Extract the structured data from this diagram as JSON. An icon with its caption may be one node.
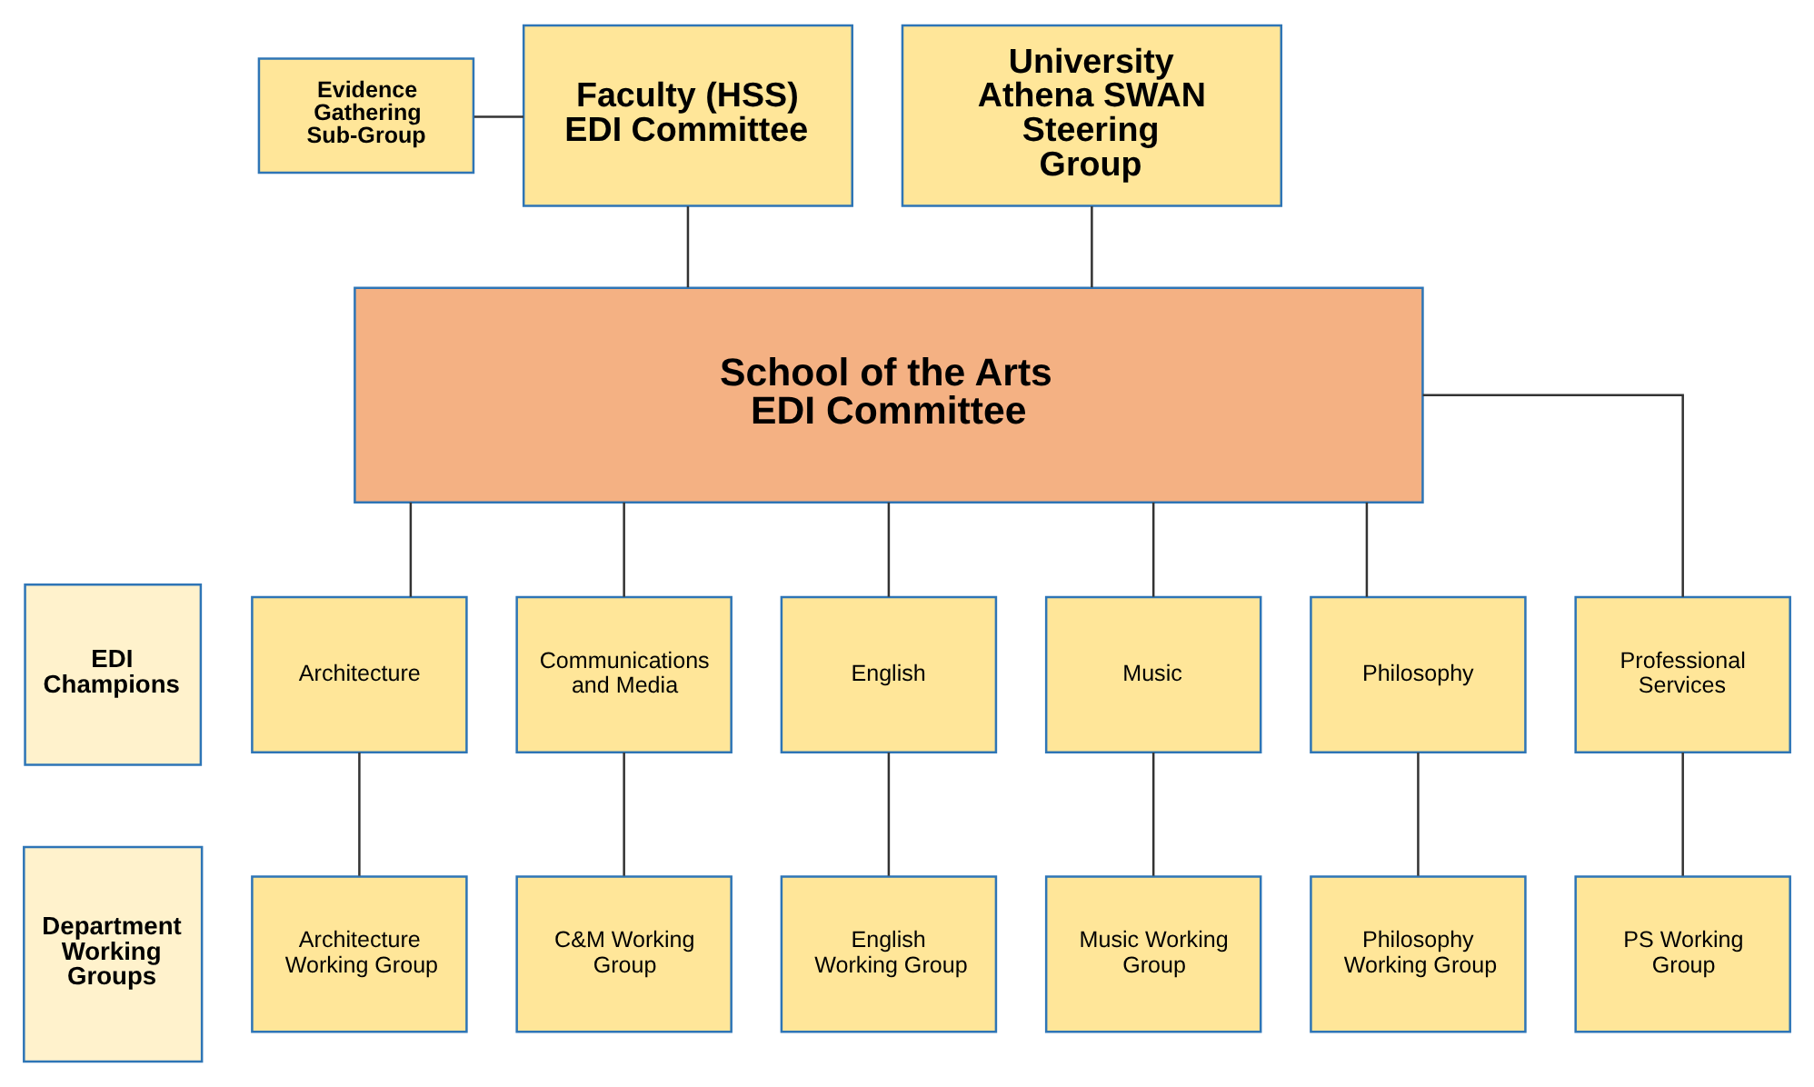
{
  "diagram": {
    "nodes": [
      {
        "text": [
          "Evidence Gathering Sub-Group"
        ]
      },
      {
        "text": [
          "Faculty (HSS) EDI Committee"
        ]
      },
      {
        "text": [
          "University Athena SWAN Steering Group"
        ]
      },
      {
        "text": [
          "School of the Arts EDI Committee"
        ]
      },
      {
        "text": [
          "EDI Champions"
        ]
      },
      {
        "text": [
          "Architecture"
        ]
      },
      {
        "text": [
          "Communications and Media"
        ]
      },
      {
        "text": [
          "English"
        ]
      },
      {
        "text": [
          "Music"
        ]
      },
      {
        "text": [
          "Philosophy"
        ]
      },
      {
        "text": [
          "Professional Services"
        ]
      },
      {
        "text": [
          "Department Working Groups"
        ]
      },
      {
        "text": [
          "Architecture Working Group"
        ]
      },
      {
        "text": [
          "C&M Working Group"
        ]
      },
      {
        "text": [
          "English Working Group"
        ]
      },
      {
        "text": [
          "Music Working Group"
        ]
      },
      {
        "text": [
          "Philosophy Working Group"
        ]
      },
      {
        "text": [
          "PS Working Group"
        ]
      }
    ],
    "edges": [
      {
        "from": 0,
        "to": 1,
        "arrow": "none"
      },
      {
        "from": 1,
        "to": 3,
        "arrow": "none"
      },
      {
        "from": 2,
        "to": 3,
        "arrow": "none"
      },
      {
        "from": 3,
        "to": 5,
        "arrow": "none"
      },
      {
        "from": 3,
        "to": 6,
        "arrow": "none"
      },
      {
        "from": 3,
        "to": 7,
        "arrow": "none"
      },
      {
        "from": 3,
        "to": 8,
        "arrow": "none"
      },
      {
        "from": 3,
        "to": 9,
        "arrow": "none"
      },
      {
        "from": 3,
        "to": 10,
        "arrow": "none"
      },
      {
        "from": 5,
        "to": 12,
        "arrow": "none"
      },
      {
        "from": 6,
        "to": 13,
        "arrow": "none"
      },
      {
        "from": 7,
        "to": 14,
        "arrow": "none"
      },
      {
        "from": 8,
        "to": 15,
        "arrow": "none"
      },
      {
        "from": 9,
        "to": 16,
        "arrow": "none"
      },
      {
        "from": 10,
        "to": 17,
        "arrow": "none"
      }
    ]
  }
}
